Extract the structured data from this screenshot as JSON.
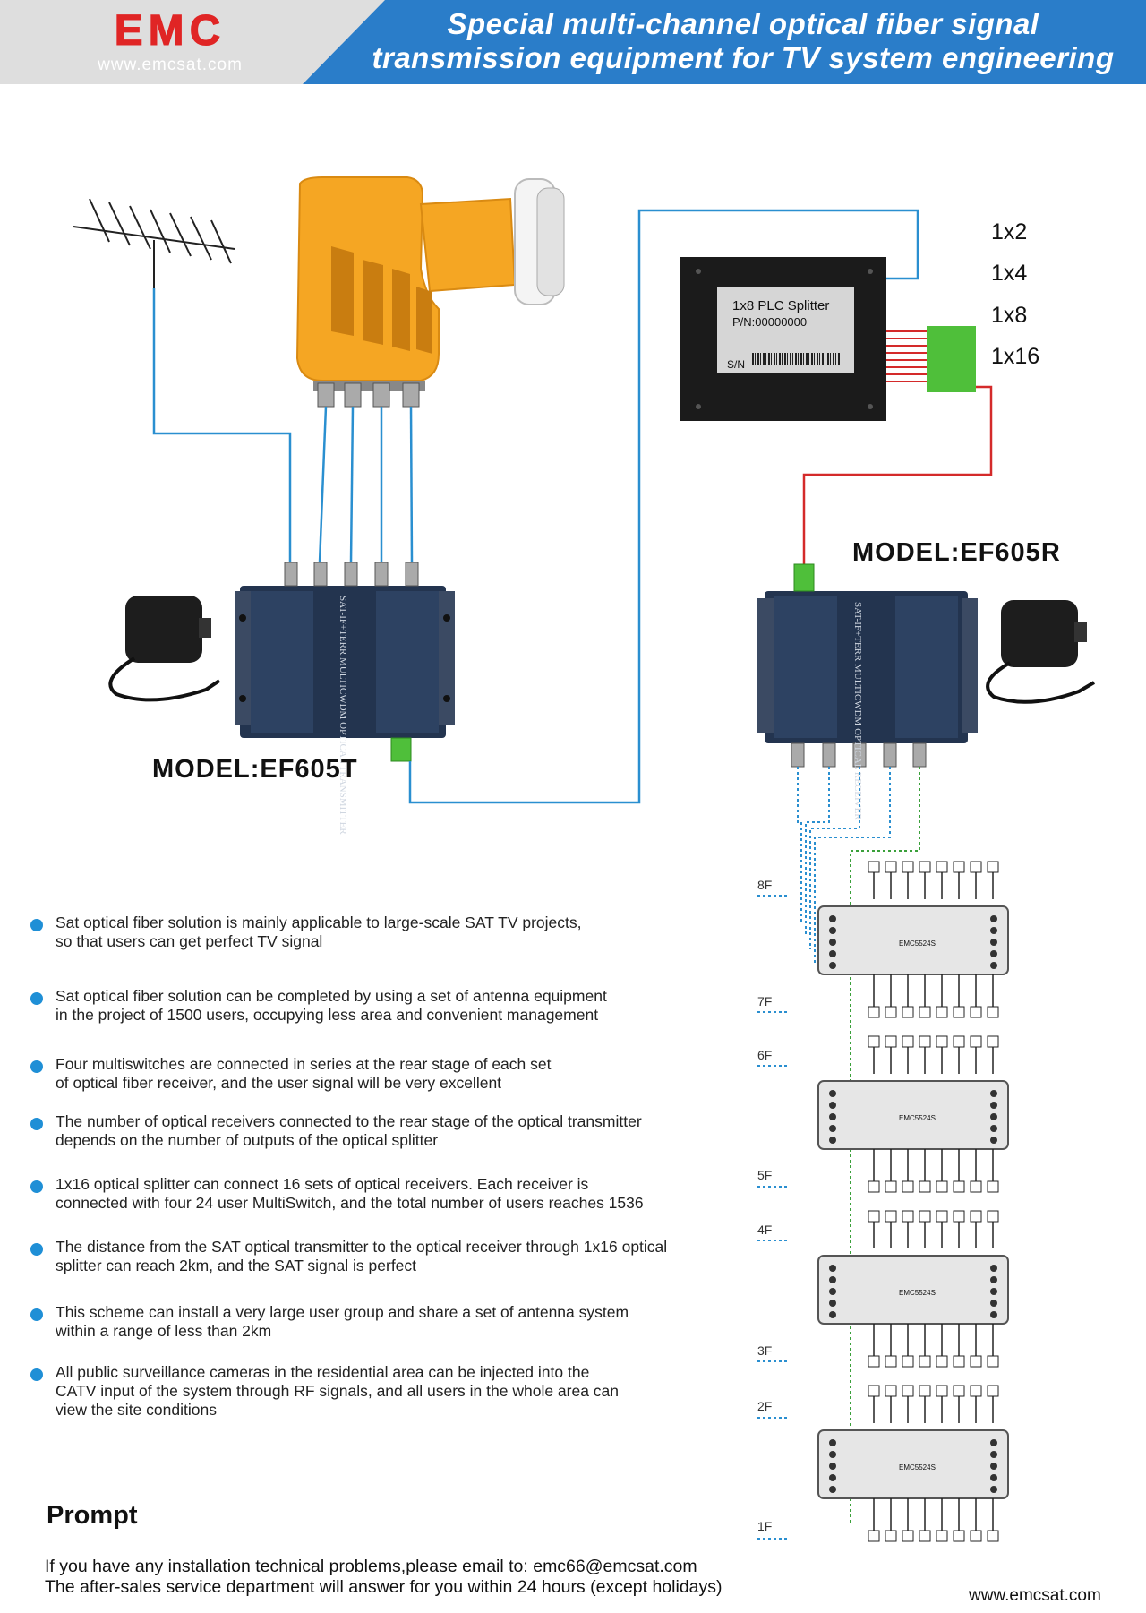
{
  "header": {
    "logo_text": "EMC",
    "logo_url": "www.emcsat.com",
    "title_line1": "Special multi-channel optical fiber signal",
    "title_line2": "transmission equipment for TV system engineering"
  },
  "splitter": {
    "label": "1x8 PLC Splitter",
    "pn": "P/N:00000000",
    "sn": "S/N",
    "options": [
      "1x2",
      "1x4",
      "1x8",
      "1x16"
    ]
  },
  "transmitter": {
    "model": "MODEL:EF605T",
    "panel_text": "SAT-IF+TERR MULTICWDM OPTICAL TRANSMITTER"
  },
  "receiver": {
    "model": "MODEL:EF605R",
    "panel_text": "SAT-IF+TERR MULTICWDM OPTICAL RECEIVER"
  },
  "multiswitch": {
    "label": "EMC5524S"
  },
  "floors": [
    "8F",
    "7F",
    "6F",
    "5F",
    "4F",
    "3F",
    "2F",
    "1F"
  ],
  "bullets": [
    "Sat optical fiber solution is mainly applicable to large-scale SAT TV projects,\nso that users can get perfect TV signal",
    "Sat optical fiber solution can be completed by using a set of antenna equipment\nin the project of 1500 users, occupying less area and convenient management",
    "Four multiswitches are connected in series at the rear stage of each set\nof optical fiber receiver, and the user signal will be very excellent",
    "The number of optical receivers connected to the rear stage of the optical transmitter\ndepends on the number of outputs of the optical splitter",
    "1x16 optical splitter can connect 16 sets of optical receivers. Each receiver is\nconnected with four 24 user MultiSwitch, and the total number of users reaches 1536",
    "The distance from the SAT optical transmitter to the optical receiver through 1x16 optical\nsplitter can reach 2km, and the SAT signal is perfect",
    "This scheme can install a very large user group and share a set of antenna system\nwithin a range of less than 2km",
    "All public surveillance cameras in the residential area can be injected into the\nCATV input of the system through RF signals, and all users in the whole area can\nview the site conditions"
  ],
  "prompt": {
    "title": "Prompt",
    "line1": "If you have any installation technical problems,please email to: emc66@emcsat.com",
    "line2": "The after-sales service department will answer for you within 24 hours (except holidays)"
  },
  "footer_url": "www.emcsat.com",
  "colors": {
    "header_blue": "#2a7dc9",
    "logo_red": "#e02525",
    "cable_blue": "#2a8fd0",
    "fiber_red": "#d42a2a",
    "lnb_orange": "#f5a623",
    "device_navy": "#23344f",
    "sc_green": "#4fbf3a"
  },
  "icons": [
    "yagi-antenna-icon",
    "quad-lnb-icon",
    "power-adapter-icon",
    "plc-splitter-icon",
    "multiswitch-icon"
  ]
}
